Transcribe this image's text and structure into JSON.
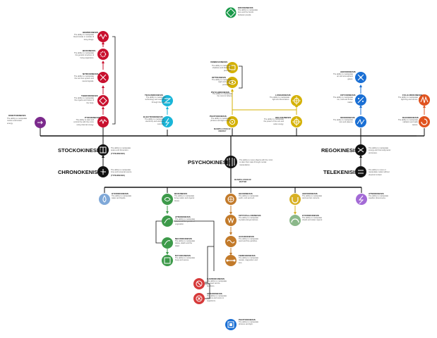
{
  "axis_labels": {
    "mind": "MANIPULATION OF MIND",
    "energy": "MANIPULATION OF ENERGY",
    "matter": "MANIPULATION OF MATTER"
  },
  "pillars": {
    "stockokinesis": {
      "label": "STOCKOKINESIS",
      "desc": "The ability to manipulate space and dimension.",
      "sub": "(TYPEHINESES)"
    },
    "chronokenisis": {
      "label": "CHRONOKENISIS",
      "desc": "The ability to manipulate time and temporal events.",
      "sub": "(TYPEHINESES)"
    },
    "psychokinesis": {
      "label": "PSYCHOKINESIS",
      "desc": "The ability to move objects with the mind, or alter their state through mental manipulation."
    },
    "regokinesis": {
      "label": "REGOKINESIS",
      "desc": "The ability to manipulate energy and thermodynamic processes."
    },
    "telekenisis": {
      "label": "TELEKENISIS",
      "desc": "The ability to move or manipulate matter without physical contact."
    }
  },
  "nodes": {
    "eroskinesis": {
      "label": "EROSKINESIS",
      "desc": "The ability to manipulate love and the bonds between people.",
      "color": "#1a9a4a",
      "icon": "diamond-icon"
    },
    "hemokinesis": {
      "label": "HEMOKINESIS",
      "desc": "The ability to manipulate blood inside or outside of living things.",
      "color": "#c8102e",
      "icon": "heart-wave-icon"
    },
    "biokinesis": {
      "label": "BIOKINESIS",
      "desc": "The ability to manipulate the genetic structure of living organisms.",
      "color": "#c8102e",
      "icon": "gear-icon"
    },
    "nitrokinesis": {
      "label": "NITROKINESIS",
      "desc": "The ability to manipulate the nervous system and neural signals.",
      "color": "#c8102e",
      "icon": "cross-icon"
    },
    "therokinesis": {
      "label": "THEROKINESIS",
      "desc": "The ability to manipulate the organs and tissue of the body.",
      "color": "#c8102e",
      "icon": "organs-icon"
    },
    "pyrokinesis": {
      "label": "PYROKINESIS",
      "desc": "The ability to start and control fire with the mind, using internal energy.",
      "color": "#c8102e",
      "icon": "flame-icon"
    },
    "kinetokinesis": {
      "label": "KINETOKINESIS",
      "desc": "The ability to manipulate motion and kinetic energy.",
      "color": "#7b2a8c",
      "icon": "arrow-icon"
    },
    "technokinesis": {
      "label": "TECHNOKINESIS",
      "desc": "The ability to manipulate technology and machines through the mind.",
      "color": "#19b5d8",
      "icon": "chip-icon"
    },
    "electrokinesis": {
      "label": "ELECTROKINESIS",
      "desc": "The ability to manipulate electricity and electrical currents.",
      "color": "#19b5d8",
      "icon": "bolt-icon"
    },
    "umbrakinesis": {
      "label": "UMBRAKINESIS",
      "desc": "The ability to manipulate shadows and darkness, plus light.",
      "color": "#d4b106",
      "icon": "square-icon"
    },
    "optikinesis": {
      "label": "OPTIKINESIS",
      "desc": "The ability to manipulate sight and optical perception.",
      "color": "#d4b106",
      "icon": "eye-icon"
    },
    "photokinesis": {
      "label": "PHOTOKINESIS",
      "desc": "The ability to manipulate photons and light energy.",
      "color": "#d4b106",
      "icon": "light-icon"
    },
    "psychokinesis_node": {
      "label": "PSYCHOKINESIS",
      "desc": "The ability to manipulate the mind of others.",
      "color": "#d4b106",
      "icon": "target-icon"
    },
    "lumakinesis": {
      "label": "LUMAKINESIS",
      "desc": "The ability to manipulate light and illumination.",
      "color": "#d4b106",
      "icon": "crosshair-icon"
    },
    "heliokinesis": {
      "label": "HELIOKINESIS",
      "desc": "The ability to manipulate the power of the sun and solar energy.",
      "color": "#d4b106",
      "icon": "sun-icon"
    },
    "aerokinesis": {
      "label": "AEROKINESIS",
      "desc": "The ability to manipulate air and atmospheric gases.",
      "color": "#1a6fd4",
      "icon": "fan-icon"
    },
    "cryokinesis": {
      "label": "CRYOKINESIS",
      "desc": "The ability to manipulate ice, cold and frozen matter.",
      "color": "#1a6fd4",
      "icon": "snow-icon"
    },
    "ionokinesis": {
      "label": "IONOKINESIS",
      "desc": "The ability to manipulate ions and plasma.",
      "color": "#1a6fd4",
      "icon": "ion-icon"
    },
    "fulgurokinesis": {
      "label": "FULGUROKINESIS",
      "desc": "The ability to manipulate lightning and storms.",
      "color": "#e0531f",
      "icon": "zigzag-icon"
    },
    "radiokinesis": {
      "label": "RADIOKINESIS",
      "desc": "The ability to manipulate radiation and radio waves.",
      "color": "#e0531f",
      "icon": "radio-icon"
    },
    "hydrokinesis": {
      "label": "HYDROKINESIS",
      "desc": "The ability to manipulate water and liquids.",
      "color": "#7fa8d8",
      "icon": "drop-icon"
    },
    "biokinesis_matter": {
      "label": "BIOKINESIS",
      "desc": "The ability to manipulate living matter and organic tissue.",
      "color": "#3d9a4a",
      "icon": "swirl-icon"
    },
    "geokinesis": {
      "label": "GEOKINESIS",
      "desc": "The ability to manipulate earth, rock and soil.",
      "color": "#c27a2a",
      "icon": "earth-icon"
    },
    "aerokinesis_matter": {
      "label": "AEROKINESIS",
      "desc": "The ability to manipulate wind and air currents.",
      "color": "#d8b024",
      "icon": "horseshoe-icon"
    },
    "atmokinesis": {
      "label": "ATMOKINESIS",
      "desc": "The ability to manipulate weather phenomena.",
      "color": "#a36ad6",
      "icon": "lightning-icon"
    },
    "hydrokinesis_sub": {
      "label": "HYDROKINESIS",
      "desc": "The ability to manipulate clouds and water vapour.",
      "color": "#8bb88a",
      "icon": "arc-icon"
    },
    "atmokinesis_sub": {
      "label": "ATMOKINESIS",
      "desc": "The ability to manipulate plants and the growth of vegetation.",
      "color": "#3d9a4a",
      "icon": "leaf-icon"
    },
    "necrokinesis": {
      "label": "NECROKINESIS",
      "desc": "The ability to manipulate decay, death and the dead.",
      "color": "#3d9a4a",
      "icon": "skull-icon"
    },
    "mycokinesis": {
      "label": "MYCOKINESIS",
      "desc": "The ability to manipulate fungi and spores.",
      "color": "#3d9a4a",
      "icon": "spore-icon"
    },
    "crystallokinesis": {
      "label": "CRYSTALLOKINESIS",
      "desc": "The ability to manipulate crystals and gemstones.",
      "color": "#c27a2a",
      "icon": "crystal-icon"
    },
    "ackokinesis": {
      "label": "ACKOKINESIS",
      "desc": "The ability to manipulate sand and fine particles.",
      "color": "#c27a2a",
      "icon": "wave-icon"
    },
    "ferrokinesis": {
      "label": "FERROKINESIS",
      "desc": "The ability to manipulate metals, magnetism and iron.",
      "color": "#c27a2a",
      "icon": "dumbbell-icon"
    },
    "cardiokinesis": {
      "label": "CARDIOKINESIS",
      "desc": "The ability to manipulate the heart and its functions.",
      "color": "#d63a3a",
      "icon": "no-icon"
    },
    "arsokinesis": {
      "label": "ARSOKINESIS",
      "desc": "The ability to manipulate poisons and toxins in organisms.",
      "color": "#d63a3a",
      "icon": "x-circle-icon"
    },
    "photokinesis_base": {
      "label": "PHOTOKINESIS",
      "desc": "The ability to manipulate photons and light.",
      "color": "#1a6fd4",
      "icon": "frame-icon"
    }
  }
}
